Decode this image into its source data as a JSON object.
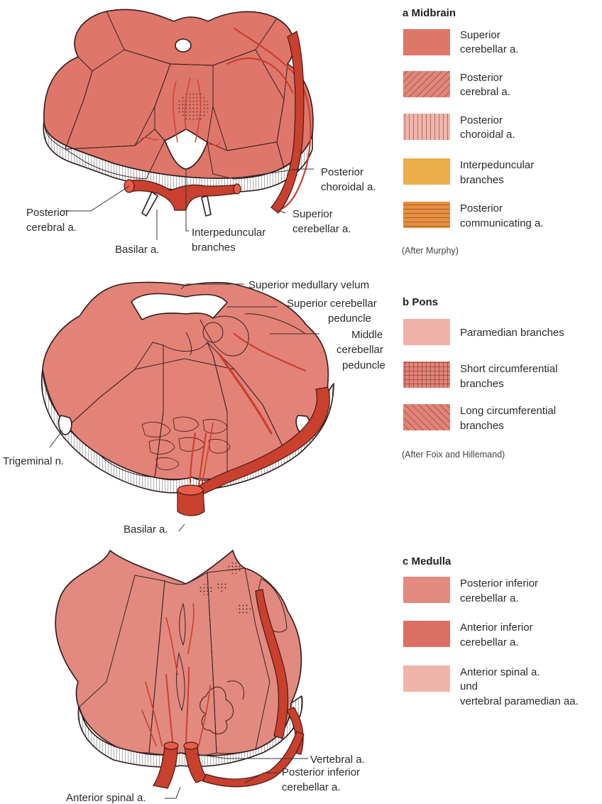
{
  "colors": {
    "sup_cerebellar": "#df766a",
    "post_cerebral": "#e2867a",
    "post_choroidal": "#f0b6ab",
    "interpeduncular": "#ebae4a",
    "post_communicating": "#e69040",
    "paramedian": "#efb1a7",
    "short_circ": "#e38378",
    "long_circ": "#e38378",
    "pica": "#e28a80",
    "aica": "#dc6f64",
    "ant_spinal": "#efb5aa",
    "vessel": "#c9402e"
  },
  "midbrain": {
    "heading": "a  Midbrain",
    "legend": [
      {
        "line1": "Superior",
        "line2": "cerebellar a.",
        "pattern": "solid"
      },
      {
        "line1": "Posterior",
        "line2": "cerebral a.",
        "pattern": "diagonal"
      },
      {
        "line1": "Posterior",
        "line2": "choroidal a.",
        "pattern": "vertical"
      },
      {
        "line1": "Interpeduncular",
        "line2": "branches",
        "pattern": "solid-yellow"
      },
      {
        "line1": "Posterior",
        "line2": "communicating a.",
        "pattern": "horizontal"
      }
    ],
    "credit": "(After Murphy)",
    "labels": {
      "post_choroidal_1": "Posterior",
      "post_choroidal_2": "choroidal a.",
      "post_cerebral_1": "Posterior",
      "post_cerebral_2": "cerebral a.",
      "sup_cerebellar_1": "Superior",
      "sup_cerebellar_2": "cerebellar a.",
      "basilar": "Basilar a.",
      "interped_1": "Interpeduncular",
      "interped_2": "branches"
    }
  },
  "pons": {
    "heading": "b  Pons",
    "legend": [
      {
        "line1": "Paramedian branches",
        "line2": "",
        "pattern": "solid-light"
      },
      {
        "line1": "Short circumferential",
        "line2": "branches",
        "pattern": "grid"
      },
      {
        "line1": "Long circumferential",
        "line2": "branches",
        "pattern": "diagonal-back"
      }
    ],
    "credit": "(After Foix and Hillemand)",
    "labels": {
      "sup_med_velum": "Superior medullary velum",
      "sup_cb_ped_1": "Superior cerebellar",
      "sup_cb_ped_2": "peduncle",
      "mid_cb_ped_1": "Middle",
      "mid_cb_ped_2": "cerebellar",
      "mid_cb_ped_3": "peduncle",
      "trigeminal": "Trigeminal n.",
      "basilar": "Basilar a."
    }
  },
  "medulla": {
    "heading": "c  Medulla",
    "legend": [
      {
        "line1": "Posterior inferior",
        "line2": "cerebellar a.",
        "line3": "",
        "pattern": "solid-pica"
      },
      {
        "line1": "Anterior inferior",
        "line2": "cerebellar a.",
        "line3": "",
        "pattern": "solid-aica"
      },
      {
        "line1": "Anterior spinal a.",
        "line2": "und",
        "line3": "vertebral paramedian aa.",
        "pattern": "solid-light"
      }
    ],
    "labels": {
      "vertebral": "Vertebral a.",
      "pica_1": "Posterior inferior",
      "pica_2": "cerebellar a.",
      "ant_spinal": "Anterior spinal a."
    }
  }
}
